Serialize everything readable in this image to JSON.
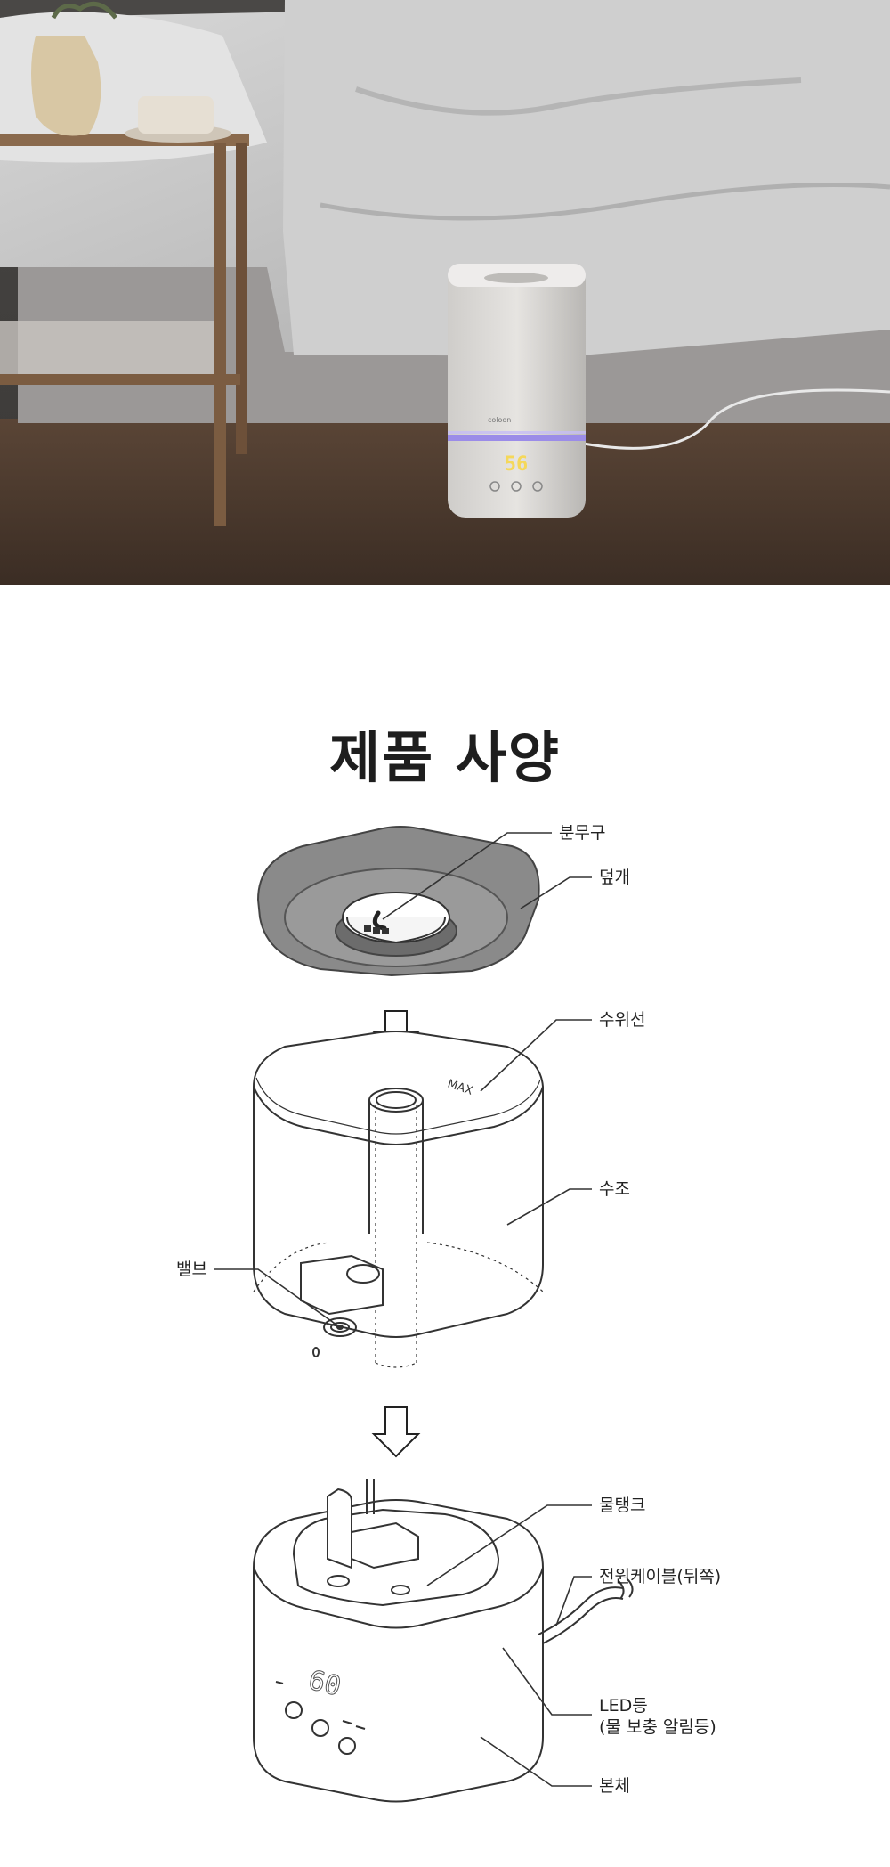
{
  "photo": {
    "humidifier_display": "56",
    "humidifier_brand": "coloon"
  },
  "section_title": "제품 사양",
  "diagram": {
    "labels": {
      "nozzle": "분무구",
      "lid": "덮개",
      "water_level_line": "수위선",
      "tank": "수조",
      "valve": "밸브",
      "water_tank": "물탱크",
      "power_cable": "전원케이블(뒤쪽)",
      "led_line1": "LED등",
      "led_line2": "(물 보충 알림등)",
      "body": "본체"
    },
    "max_mark": "MAX",
    "base_display": "60"
  }
}
